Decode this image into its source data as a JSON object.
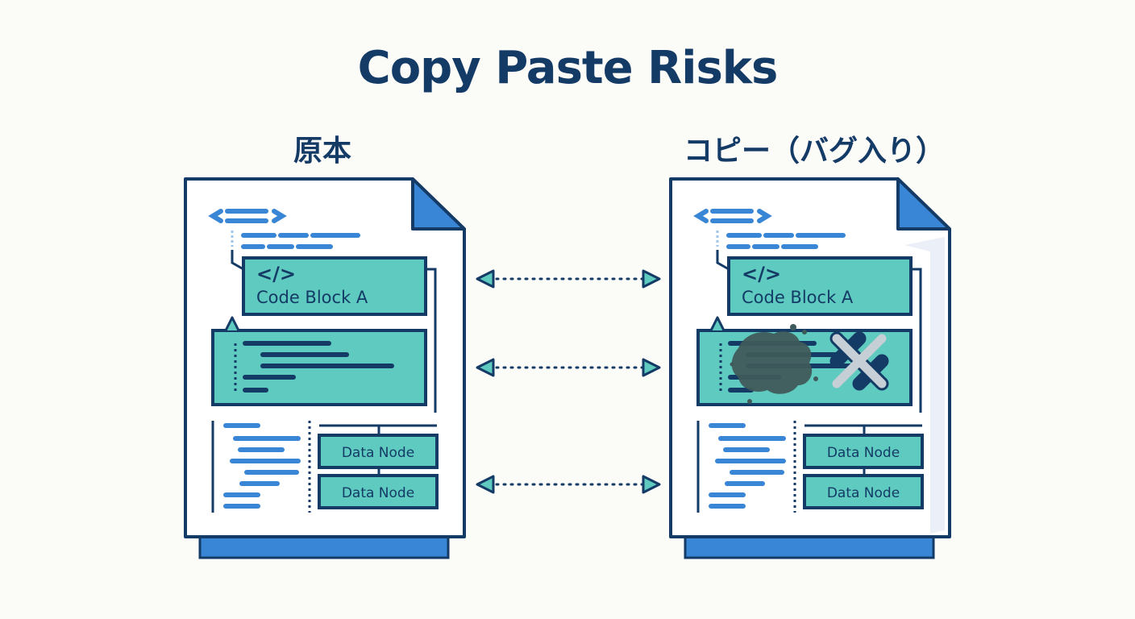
{
  "title": "Copy Paste Risks",
  "documents": {
    "original": {
      "label": "原本",
      "code_block_label": "Code Block A",
      "code_icon": "</>",
      "data_nodes": [
        "Data Node",
        "Data Node"
      ]
    },
    "copy": {
      "label": "コピー（バグ入り）",
      "code_block_label": "Code Block A",
      "code_icon": "</>",
      "data_nodes": [
        "Data Node",
        "Data Node"
      ]
    }
  },
  "colors": {
    "navy": "#143a66",
    "blue": "#3a86d6",
    "teal": "#5fcabf",
    "page": "#ffffff",
    "background": "#fbfbf8",
    "stain": "#3f5a5a",
    "error_x": "#c6cfd6"
  },
  "icons": [
    "code-icon",
    "double-arrow-icon",
    "error-x-icon",
    "ink-stain-icon",
    "folded-corner-icon"
  ]
}
